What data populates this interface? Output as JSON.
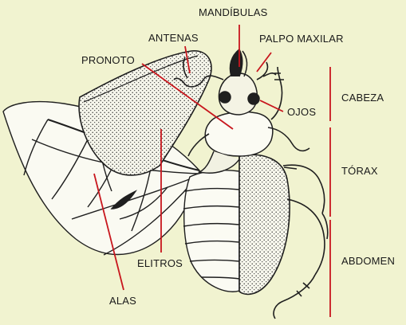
{
  "colors": {
    "background": "#f1f3d0",
    "leader": "#c8161d",
    "ink": "#1f1f1f"
  },
  "labels": {
    "mandibulas": "MANDÍBULAS",
    "antenas": "ANTENAS",
    "palpo_maxilar": "PALPO MAXILAR",
    "pronoto": "PRONOTO",
    "ojos": "OJOS",
    "cabeza": "CABEZA",
    "torax": "TÓRAX",
    "abdomen": "ABDOMEN",
    "elitros": "ELITROS",
    "alas": "ALAS"
  }
}
